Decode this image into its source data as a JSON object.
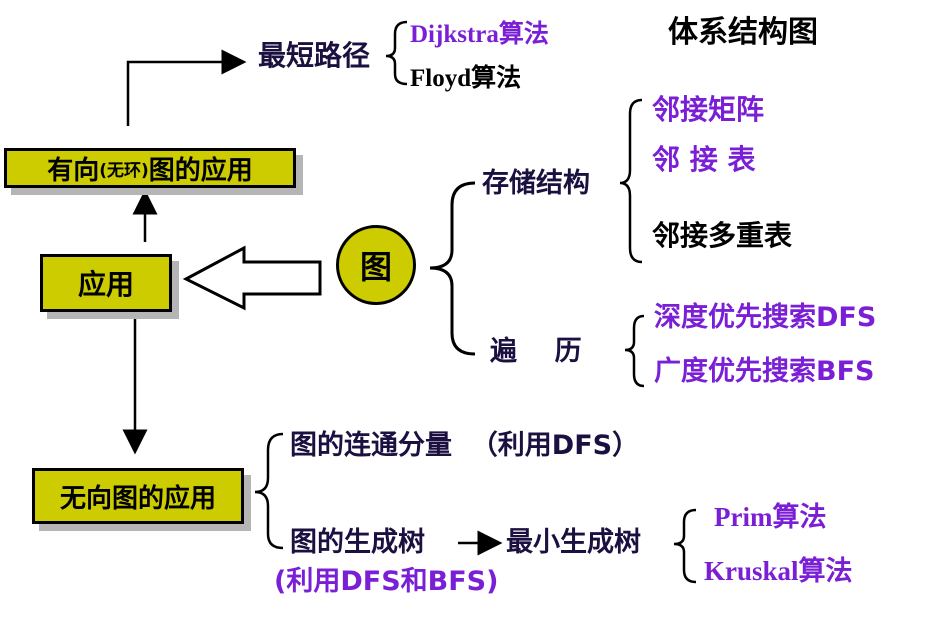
{
  "title": "体系结构图",
  "nodes": {
    "graph": "图",
    "application": "应用",
    "directed_app": {
      "prefix": "有向",
      "small": "(无环)",
      "suffix": "图的应用"
    },
    "undirected_app": "无向图的应用",
    "shortest_path": "最短路径",
    "dijkstra": "Dijkstra算法",
    "floyd": "Floyd算法",
    "storage": "存储结构",
    "adj_matrix": "邻接矩阵",
    "adj_list": "邻 接 表",
    "adj_multilist": "邻接多重表",
    "traversal": "遍    历",
    "dfs": "深度优先搜索DFS",
    "bfs": "广度优先搜索BFS",
    "connected": "图的连通分量  （利用DFS）",
    "spanning": "图的生成树",
    "spanning_note": "(利用DFS和BFS)",
    "mst": "最小生成树",
    "prim": "Prim算法",
    "kruskal": "Kruskal算法"
  },
  "colors": {
    "box_fill": "#cccc00",
    "purple_text": "#7a1fd6",
    "dark_text": "#1c1040"
  }
}
